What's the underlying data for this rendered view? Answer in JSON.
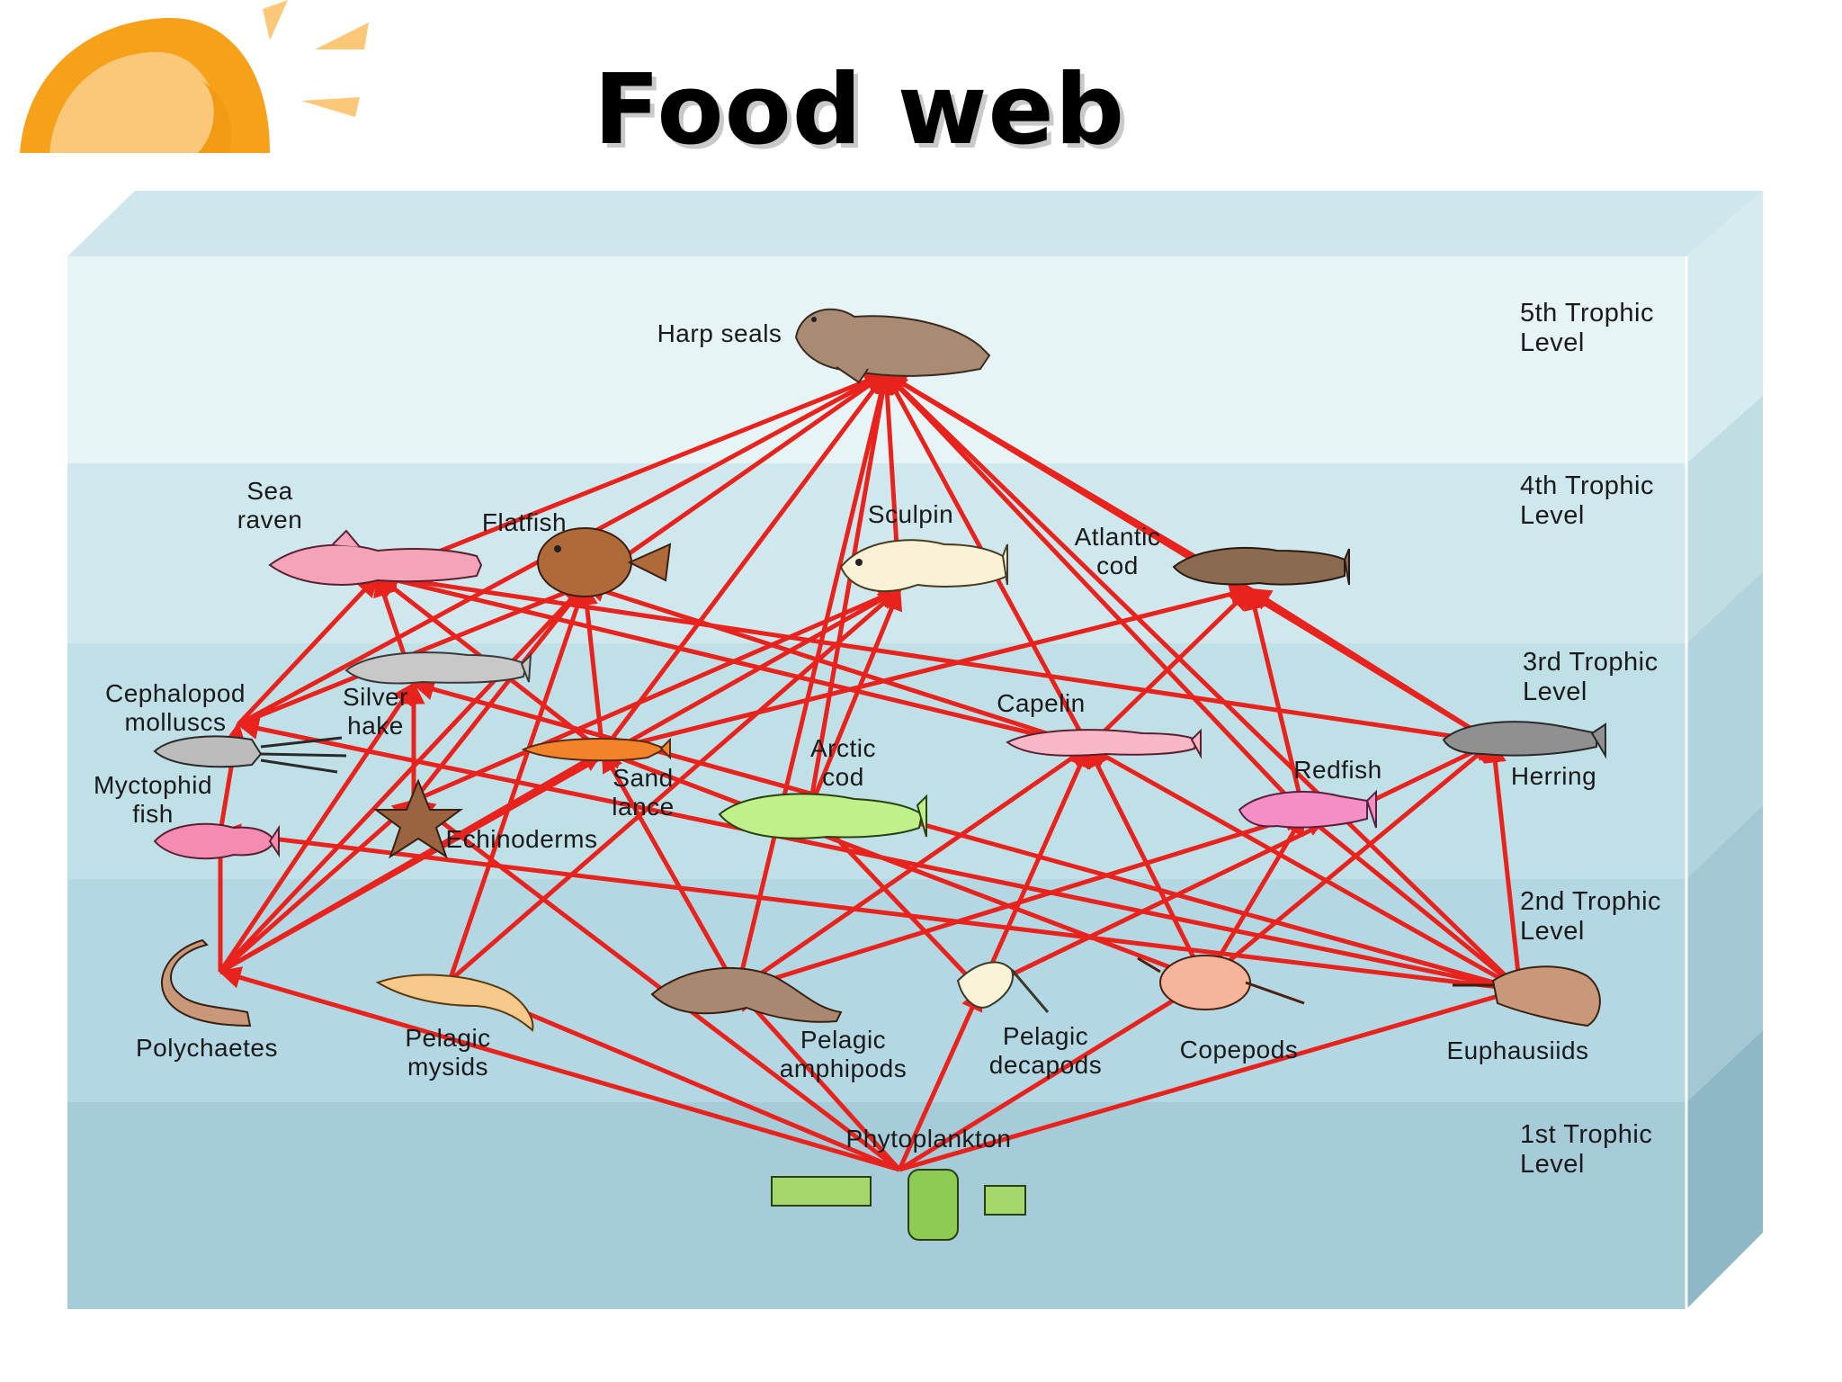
{
  "slide": {
    "title": "Food web",
    "decoration": "sun-icon"
  },
  "colors": {
    "arrow": "#e8221c",
    "level_5": "#e6f4f5",
    "level_4": "#cfe8ee",
    "level_3": "#c0e0e8",
    "level_2": "#b3d8e3",
    "level_1": "#a6ccd9",
    "sun_orange": "#f7a01a",
    "sun_light": "#fbc879"
  },
  "levels": [
    {
      "id": "level-5",
      "label": "5th Trophic\nLevel"
    },
    {
      "id": "level-4",
      "label": "4th Trophic\nLevel"
    },
    {
      "id": "level-3",
      "label": "3rd Trophic\nLevel"
    },
    {
      "id": "level-2",
      "label": "2nd Trophic\nLevel"
    },
    {
      "id": "level-1",
      "label": "1st Trophic\nLevel"
    }
  ],
  "organisms": {
    "harp_seals": {
      "label": "Harp seals",
      "icon": "seal-icon"
    },
    "sea_raven": {
      "label": "Sea\nraven",
      "icon": "fish-icon"
    },
    "flatfish": {
      "label": "Flatfish",
      "icon": "flatfish-icon"
    },
    "sculpin": {
      "label": "Sculpin",
      "icon": "fish-icon"
    },
    "atlantic_cod": {
      "label": "Atlantic\ncod",
      "icon": "fish-icon"
    },
    "cephalopod": {
      "label": "Cephalopod\nmolluscs",
      "icon": "squid-icon"
    },
    "silver_hake": {
      "label": "Silver\nhake",
      "icon": "fish-icon"
    },
    "myctophid": {
      "label": "Myctophid\nfish",
      "icon": "fish-icon"
    },
    "sand_lance": {
      "label": "Sand\nlance",
      "icon": "fish-icon"
    },
    "echinoderms": {
      "label": "Echinoderms",
      "icon": "starfish-icon"
    },
    "arctic_cod": {
      "label": "Arctic\ncod",
      "icon": "fish-icon"
    },
    "capelin": {
      "label": "Capelin",
      "icon": "fish-icon"
    },
    "redfish": {
      "label": "Redfish",
      "icon": "fish-icon"
    },
    "herring": {
      "label": "Herring",
      "icon": "fish-icon"
    },
    "polychaetes": {
      "label": "Polychaetes",
      "icon": "worm-icon"
    },
    "pelagic_mysids": {
      "label": "Pelagic\nmysids",
      "icon": "shrimp-icon"
    },
    "pelagic_amphipods": {
      "label": "Pelagic\namphipods",
      "icon": "amphipod-icon"
    },
    "pelagic_decapods": {
      "label": "Pelagic\ndecapods",
      "icon": "decapod-icon"
    },
    "copepods": {
      "label": "Copepods",
      "icon": "copepod-icon"
    },
    "euphausiids": {
      "label": "Euphausiids",
      "icon": "krill-icon"
    },
    "phytoplankton": {
      "label": "Phytoplankton",
      "icon": "diatom-icon"
    }
  },
  "edges": [
    [
      "phytoplankton",
      "polychaetes"
    ],
    [
      "phytoplankton",
      "pelagic_mysids"
    ],
    [
      "phytoplankton",
      "pelagic_amphipods"
    ],
    [
      "phytoplankton",
      "pelagic_decapods"
    ],
    [
      "phytoplankton",
      "copepods"
    ],
    [
      "phytoplankton",
      "euphausiids"
    ],
    [
      "phytoplankton",
      "echinoderms"
    ],
    [
      "sea_raven",
      "harp_seals"
    ],
    [
      "flatfish",
      "harp_seals"
    ],
    [
      "sculpin",
      "harp_seals"
    ],
    [
      "atlantic_cod",
      "harp_seals"
    ],
    [
      "capelin",
      "harp_seals"
    ],
    [
      "herring",
      "harp_seals"
    ],
    [
      "redfish",
      "harp_seals"
    ],
    [
      "sand_lance",
      "harp_seals"
    ],
    [
      "arctic_cod",
      "harp_seals"
    ],
    [
      "pelagic_amphipods",
      "harp_seals"
    ],
    [
      "euphausiids",
      "harp_seals"
    ],
    [
      "cephalopod",
      "sea_raven"
    ],
    [
      "cephalopod",
      "harp_seals"
    ],
    [
      "silver_hake",
      "sea_raven"
    ],
    [
      "sand_lance",
      "sea_raven"
    ],
    [
      "capelin",
      "sea_raven"
    ],
    [
      "herring",
      "sea_raven"
    ],
    [
      "polychaetes",
      "flatfish"
    ],
    [
      "echinoderms",
      "flatfish"
    ],
    [
      "sand_lance",
      "flatfish"
    ],
    [
      "capelin",
      "flatfish"
    ],
    [
      "pelagic_mysids",
      "flatfish"
    ],
    [
      "cephalopod",
      "flatfish"
    ],
    [
      "polychaetes",
      "sculpin"
    ],
    [
      "echinoderms",
      "sculpin"
    ],
    [
      "arctic_cod",
      "sculpin"
    ],
    [
      "pelagic_mysids",
      "sculpin"
    ],
    [
      "capelin",
      "atlantic_cod"
    ],
    [
      "redfish",
      "atlantic_cod"
    ],
    [
      "herring",
      "atlantic_cod"
    ],
    [
      "sand_lance",
      "atlantic_cod"
    ],
    [
      "myctophid",
      "cephalopod"
    ],
    [
      "polychaetes",
      "myctophid"
    ],
    [
      "euphausiids",
      "myctophid"
    ],
    [
      "euphausiids",
      "cephalopod"
    ],
    [
      "polychaetes",
      "silver_hake"
    ],
    [
      "echinoderms",
      "silver_hake"
    ],
    [
      "euphausiids",
      "silver_hake"
    ],
    [
      "polychaetes",
      "sand_lance"
    ],
    [
      "pelagic_amphipods",
      "sand_lance"
    ],
    [
      "copepods",
      "sand_lance"
    ],
    [
      "pelagic_amphipods",
      "capelin"
    ],
    [
      "pelagic_decapods",
      "capelin"
    ],
    [
      "copepods",
      "capelin"
    ],
    [
      "euphausiids",
      "capelin"
    ],
    [
      "pelagic_amphipods",
      "redfish"
    ],
    [
      "copepods",
      "redfish"
    ],
    [
      "euphausiids",
      "redfish"
    ],
    [
      "pelagic_decapods",
      "arctic_cod"
    ],
    [
      "copepods",
      "herring"
    ],
    [
      "euphausiids",
      "herring"
    ],
    [
      "pelagic_decapods",
      "herring"
    ],
    [
      "polychaetes",
      "echinoderms"
    ]
  ]
}
